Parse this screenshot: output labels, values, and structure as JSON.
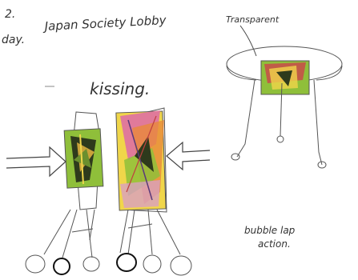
{
  "header": {
    "date_fragment": "2.",
    "day_fragment": "day.",
    "location": "Japan Society Lobby"
  },
  "left_sketch": {
    "label": "kissing."
  },
  "table_sketch": {
    "label": "Transparent"
  },
  "note": {
    "line1": "bubble lap",
    "line2": "action."
  },
  "colors": {
    "ink": "#333333",
    "paint_green": "#8fbf3a",
    "paint_dark": "#2e3a1c",
    "paint_pink": "#e07a9a",
    "paint_yellow": "#f0d64a",
    "paint_orange": "#e8893a"
  }
}
